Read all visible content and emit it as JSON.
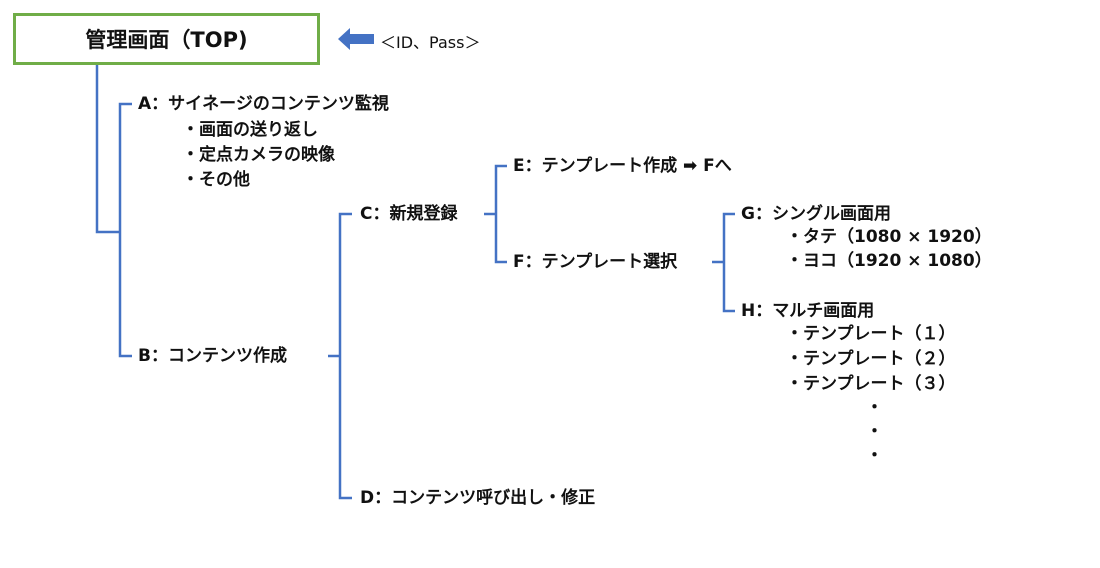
{
  "root": {
    "label": "管理画面（TOP)"
  },
  "login_note": "＜ID、Pass＞",
  "colors": {
    "root_border": "#70ad47",
    "connector": "#4472c4",
    "arrow": "#4472c4"
  },
  "nodes": {
    "a": {
      "label": "A：サイネージのコンテンツ監視",
      "items": [
        "・画面の送り返し",
        "・定点カメラの映像",
        "・その他"
      ]
    },
    "b": {
      "label": "B：コンテンツ作成"
    },
    "c": {
      "label": "C：新規登録"
    },
    "d": {
      "label": "D：コンテンツ呼び出し・修正"
    },
    "e": {
      "label": "E：テンプレート作成 ➡ Fへ"
    },
    "f": {
      "label": "F：テンプレート選択"
    },
    "g": {
      "label": "G：シングル画面用",
      "items": [
        "・タテ（1080 × 1920）",
        "・ヨコ（1920 × 1080）"
      ]
    },
    "h": {
      "label": "H：マルチ画面用",
      "items": [
        "・テンプレート（１）",
        "・テンプレート（２）",
        "・テンプレート（３）"
      ],
      "ellipsis": [
        "・",
        "・",
        "・"
      ]
    }
  }
}
